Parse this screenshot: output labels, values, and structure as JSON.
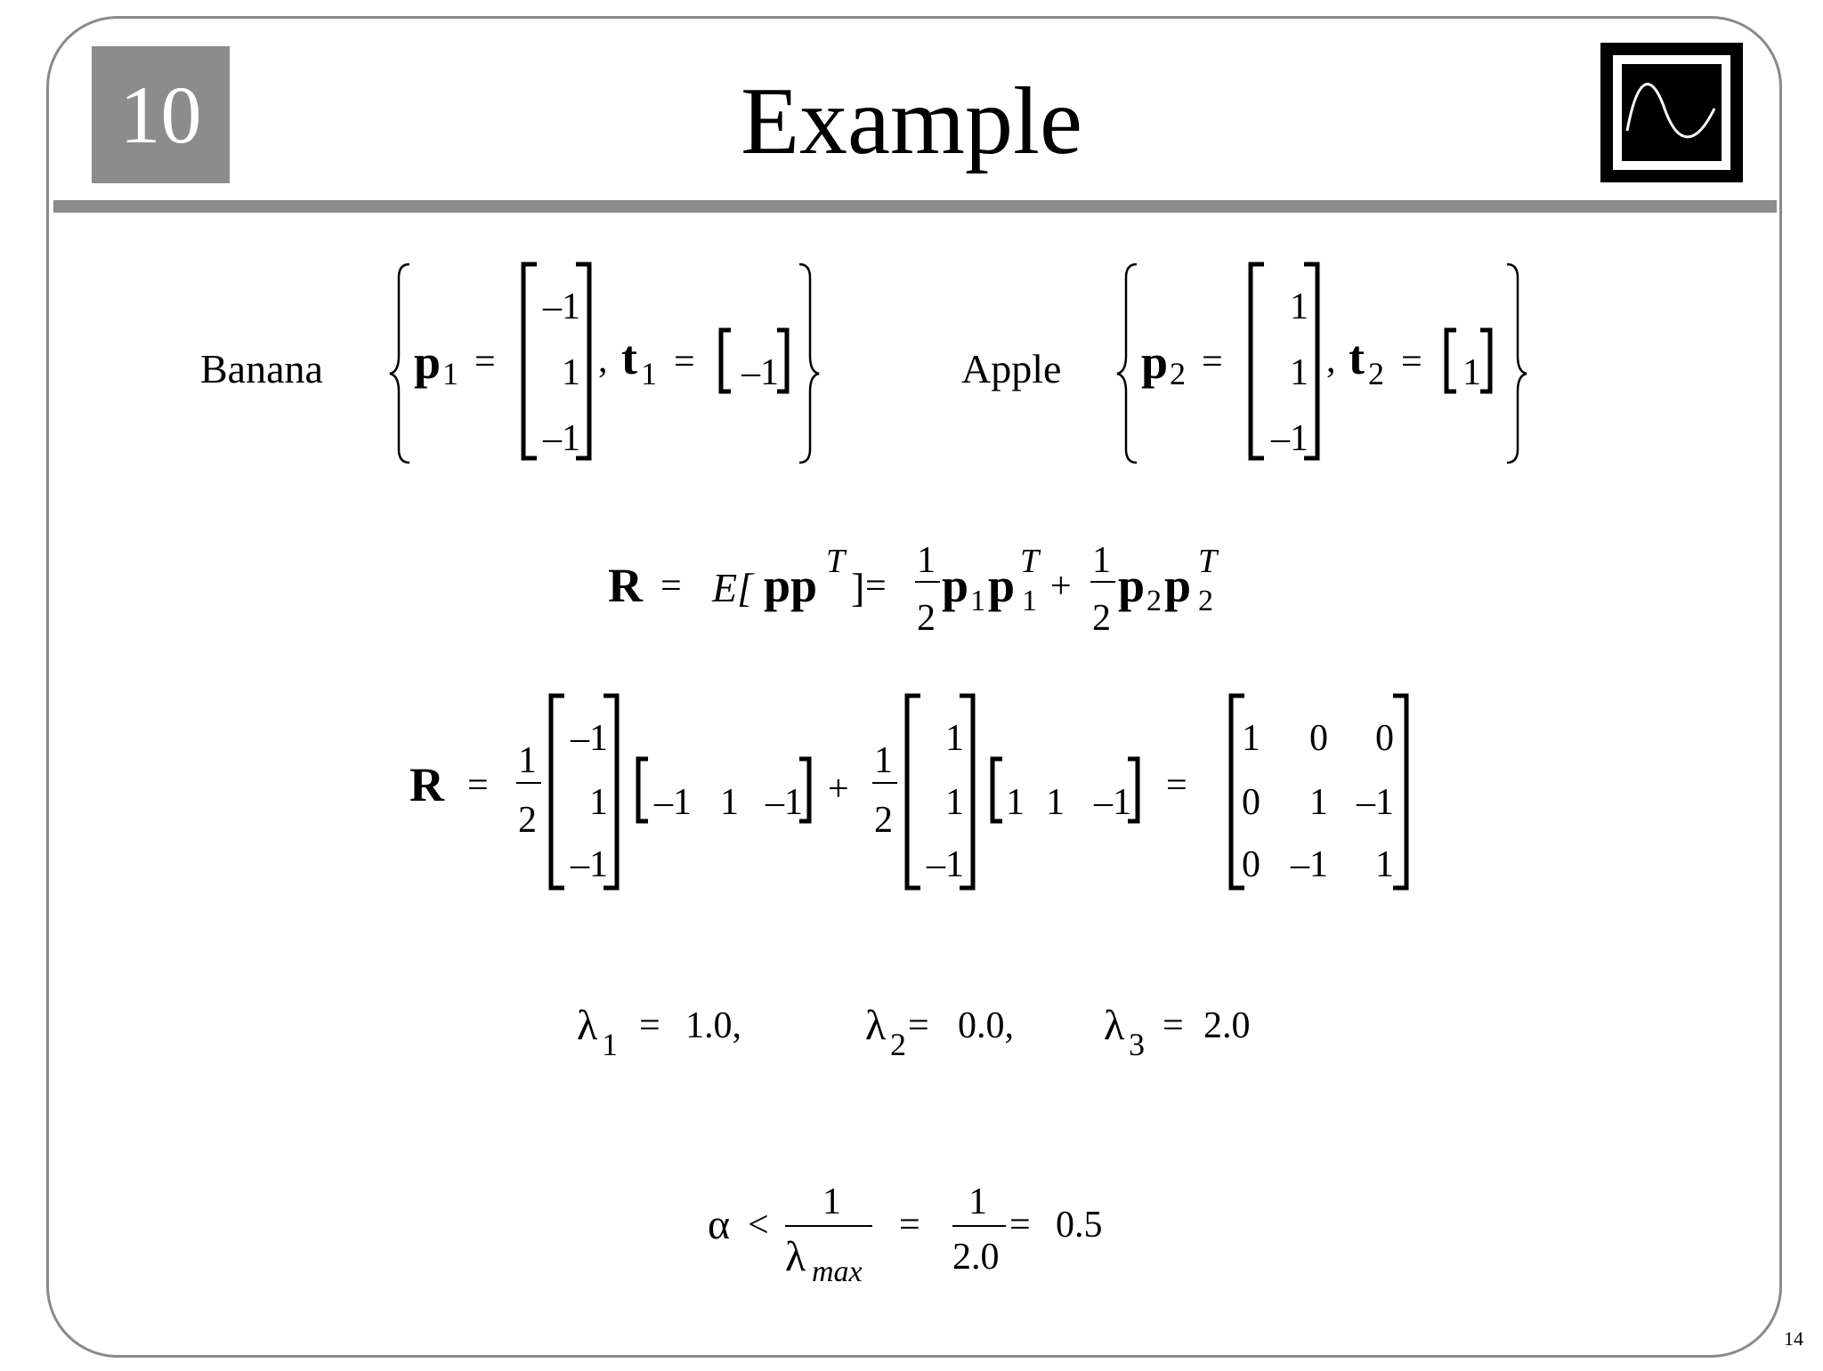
{
  "chapter": "10",
  "title": "Example",
  "page_number": "14",
  "logo_icon": "sine-wave-icon",
  "colors": {
    "gray_box": "#8c8c8c",
    "frame": "#8a8a8a"
  },
  "banana": {
    "label": "Banana",
    "p_name": "p",
    "p_sub": "1",
    "p_vector": [
      "–1",
      "1",
      "–1"
    ],
    "t_name": "t",
    "t_sub": "1",
    "t_value": "–1"
  },
  "apple": {
    "label": "Apple",
    "p_name": "p",
    "p_sub": "2",
    "p_vector": [
      "1",
      "1",
      "–1"
    ],
    "t_name": "t",
    "t_sub": "2",
    "t_value": "1"
  },
  "eq_R_def": {
    "lhs": "R",
    "eq": "=",
    "expect": "E[",
    "pp": "pp",
    "close": "]",
    "T": "T",
    "half_num": "1",
    "half_den": "2",
    "p": "p",
    "sub1": "1",
    "sub2": "2",
    "plus": "+"
  },
  "eq_R_calc": {
    "lhs": "R",
    "half_num": "1",
    "half_den": "2",
    "col1": [
      "–1",
      "1",
      "–1"
    ],
    "row1": [
      "–1",
      "1",
      "–1"
    ],
    "col2": [
      "1",
      "1",
      "–1"
    ],
    "row2": [
      "1",
      "1",
      "–1"
    ],
    "plus": "+",
    "eq": "=",
    "result": [
      [
        "1",
        "0",
        "0"
      ],
      [
        "0",
        "1",
        "–1"
      ],
      [
        "0",
        "–1",
        "1"
      ]
    ]
  },
  "eigenvalues": [
    {
      "sym": "λ",
      "sub": "1",
      "eq": "=",
      "value": "1.0,"
    },
    {
      "sym": "λ",
      "sub": "2",
      "eq": "=",
      "value": "0.0,"
    },
    {
      "sym": "λ",
      "sub": "3",
      "eq": "=",
      "value": "2.0"
    }
  ],
  "alpha_bound": {
    "alpha": "α",
    "lt": "<",
    "num": "1",
    "den_sym": "λ",
    "den_sub": "max",
    "eq": "=",
    "num2": "1",
    "den2": "2.0",
    "result": "0.5"
  }
}
